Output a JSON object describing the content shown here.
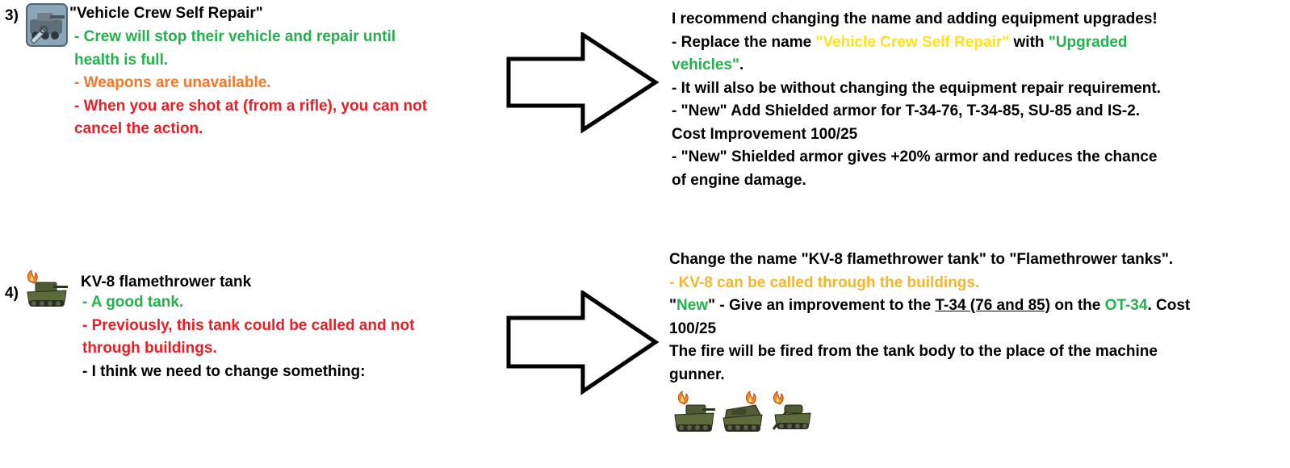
{
  "colors": {
    "black": "#000000",
    "green": "#22b14c",
    "orange": "#f0782a",
    "red": "#ed1c24",
    "yellow": "#ffe119",
    "gold": "#f7b52c"
  },
  "item3": {
    "number": "3)",
    "icon": "repair-tank-icon",
    "title": "\"Vehicle Crew Self Repair\"",
    "lines": [
      "- Crew will stop their vehicle and repair until",
      "health is full.",
      "- Weapons are unavailable.",
      "- When you are shot at (from a rifle), you can not",
      "cancel the action."
    ],
    "proposal": {
      "line1": "I recommend changing the name and adding equipment upgrades!",
      "line2_a": "- Replace the name ",
      "line2_b": "\"Vehicle Crew Self Repair\"",
      "line2_c": " with ",
      "line2_d": "\"Upgraded",
      "line3_a": "vehicles\"",
      "line3_b": ".",
      "line4": "- It will also be without changing the equipment repair requirement.",
      "line5": "- \"New\" Add Shielded armor for T-34-76, T-34-85, SU-85 and IS-2.",
      "line6": "Cost Improvement 100/25",
      "line7": "- \"New\" Shielded armor gives +20% armor and reduces the chance",
      "line8": "of engine damage."
    }
  },
  "item4": {
    "number": "4)",
    "icon": "flamethrower-tank-icon",
    "title": "KV-8 flamethrower tank",
    "lines": [
      "- A good tank.",
      "- Previously, this tank could be called and not",
      "through buildings.",
      "- I think we need to change something:"
    ],
    "proposal": {
      "line1": "Change the name \"KV-8 flamethrower tank\" to \"Flamethrower tanks\".",
      "line2": "- KV-8 can be called through the buildings.",
      "line3_a": "\"",
      "line3_b": "New",
      "line3_c": "\" - Give an improvement to the ",
      "line3_d": "T-34 (76 and 85)",
      "line3_e": " on the ",
      "line3_f": "OT-34",
      "line3_g": ". Cost",
      "line4": "100/25",
      "line5": "The fire will be fired from the tank body to the place of the machine",
      "line6": "gunner.",
      "icons": [
        "flamethrower-tank-icon",
        "flamethrower-tank-icon",
        "flamethrower-tank-icon"
      ]
    }
  }
}
